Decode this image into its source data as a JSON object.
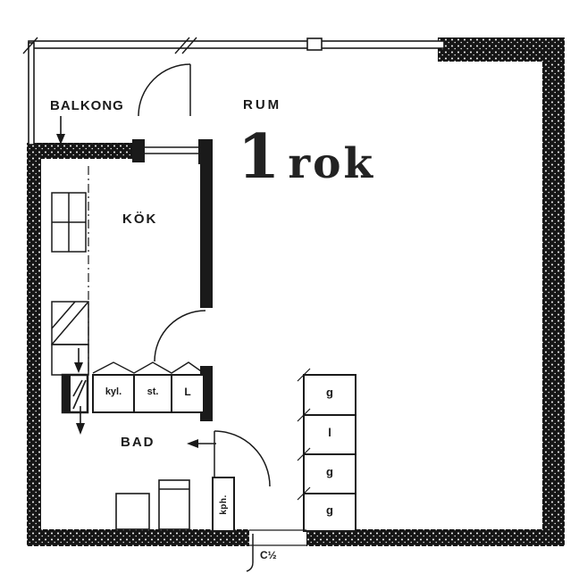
{
  "plan": {
    "title": {
      "number": "1",
      "type": "rok"
    },
    "rooms": {
      "balcony": "BALKONG",
      "main": "RUM",
      "kitchen": "KÖK",
      "bathroom": "BAD"
    },
    "appliances": {
      "fridge": "kyl.",
      "stove": "st.",
      "pantry": "L"
    },
    "closet": "kph.",
    "wardrobes": [
      {
        "label": "g"
      },
      {
        "label": "l"
      },
      {
        "label": "g"
      },
      {
        "label": "g"
      }
    ],
    "section_marker": "C½",
    "colors": {
      "ink": "#1a1a1a",
      "paper": "#ffffff"
    }
  }
}
